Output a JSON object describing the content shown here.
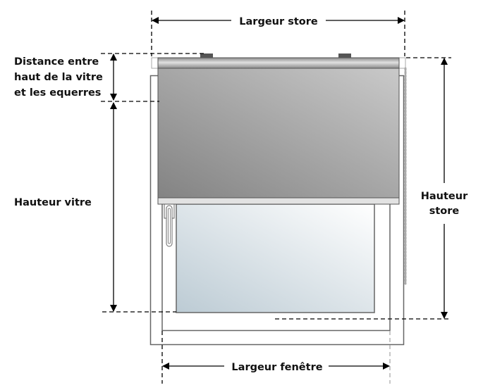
{
  "labels": {
    "largeur_store": "Largeur store",
    "distance_line1": "Distance entre",
    "distance_line2": "haut de la vitre",
    "distance_line3": "et les equerres",
    "hauteur_vitre": "Hauteur vitre",
    "hauteur_store_line1": "Hauteur",
    "hauteur_store_line2": "store",
    "largeur_fenetre": "Largeur fenêtre"
  },
  "colors": {
    "frame": "#555555",
    "fabric_dark": "#858585",
    "fabric_light": "#c8c8c8",
    "glass_dark": "#bccbd4",
    "glass_light": "#ffffff",
    "bracket": "#555555",
    "chain": "#aaaaaa"
  }
}
